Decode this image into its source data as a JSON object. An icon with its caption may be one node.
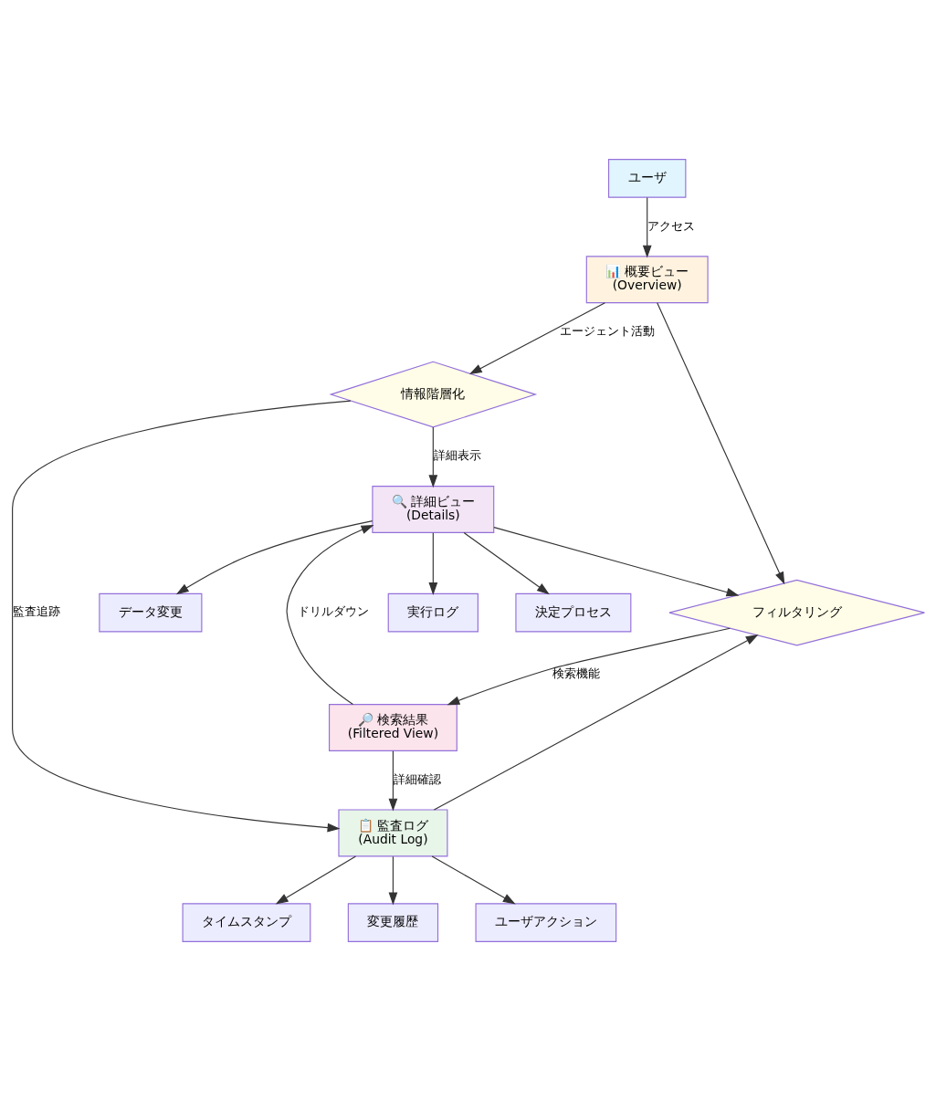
{
  "diagram": {
    "nodes": [
      {
        "text": [
          "ユーザ"
        ]
      },
      {
        "text": [
          "📊 概要ビュー",
          "(Overview)"
        ]
      },
      {
        "text": [
          "情報階層化"
        ]
      },
      {
        "text": [
          "🔍 詳細ビュー",
          "(Details)"
        ]
      },
      {
        "text": [
          "実行ログ"
        ]
      },
      {
        "text": [
          "決定プロセス"
        ]
      },
      {
        "text": [
          "データ変更"
        ]
      },
      {
        "text": [
          "フィルタリング"
        ]
      },
      {
        "text": [
          "🔎 検索結果",
          "(Filtered View)"
        ]
      },
      {
        "text": [
          "📋 監査ログ",
          "(Audit Log)"
        ]
      },
      {
        "text": [
          "タイムスタンプ"
        ]
      },
      {
        "text": [
          "変更履歴"
        ]
      },
      {
        "text": [
          "ユーザアクション"
        ]
      }
    ],
    "edges": [
      {
        "from": 0,
        "to": 1,
        "arrow": "to",
        "label": "アクセス"
      },
      {
        "from": 1,
        "to": 2,
        "arrow": "to",
        "label": "エージェント活動"
      },
      {
        "from": 1,
        "to": 7,
        "arrow": "to"
      },
      {
        "from": 2,
        "to": 3,
        "arrow": "to",
        "label": "詳細表示"
      },
      {
        "from": 2,
        "to": 9,
        "arrow": "to",
        "label": "監査追跡"
      },
      {
        "from": 3,
        "to": 4,
        "arrow": "to"
      },
      {
        "from": 3,
        "to": 5,
        "arrow": "to"
      },
      {
        "from": 3,
        "to": 6,
        "arrow": "to"
      },
      {
        "from": 3,
        "to": 7,
        "arrow": "to"
      },
      {
        "from": 7,
        "to": 8,
        "arrow": "to",
        "label": "検索機能"
      },
      {
        "from": 8,
        "to": 3,
        "arrow": "to",
        "label": "ドリルダウン"
      },
      {
        "from": 8,
        "to": 9,
        "arrow": "to",
        "label": "詳細確認"
      },
      {
        "from": 9,
        "to": 7,
        "arrow": "to"
      },
      {
        "from": 9,
        "to": 10,
        "arrow": "to"
      },
      {
        "from": 9,
        "to": 11,
        "arrow": "to"
      },
      {
        "from": 9,
        "to": 12,
        "arrow": "to"
      }
    ]
  }
}
